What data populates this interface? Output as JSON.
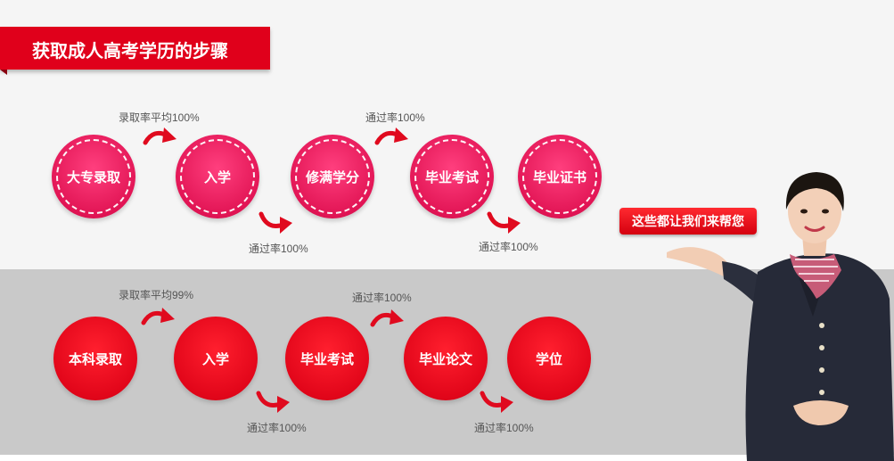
{
  "header": {
    "title": "获取成人高考学历的步骤"
  },
  "path_college": {
    "steps": [
      "大专录取",
      "入学",
      "修满学分",
      "毕业考试",
      "毕业证书"
    ],
    "notes": [
      "录取率平均100%",
      "通过率100%",
      "通过率100%",
      "通过率100%"
    ]
  },
  "path_bachelor": {
    "steps": [
      "本科录取",
      "入学",
      "毕业考试",
      "毕业论文",
      "学位"
    ],
    "notes": [
      "录取率平均99%",
      "通过率100%",
      "通过率100%",
      "通过率100%"
    ]
  },
  "cta": {
    "label": "这些都让我们来帮您"
  },
  "colors": {
    "accent_red": "#e0001b",
    "pink": "#e21555",
    "band_gray": "#c9c9c9"
  },
  "icons": {
    "step_arrow": "curved-arrow-icon",
    "assistant": "assistant-photo"
  }
}
